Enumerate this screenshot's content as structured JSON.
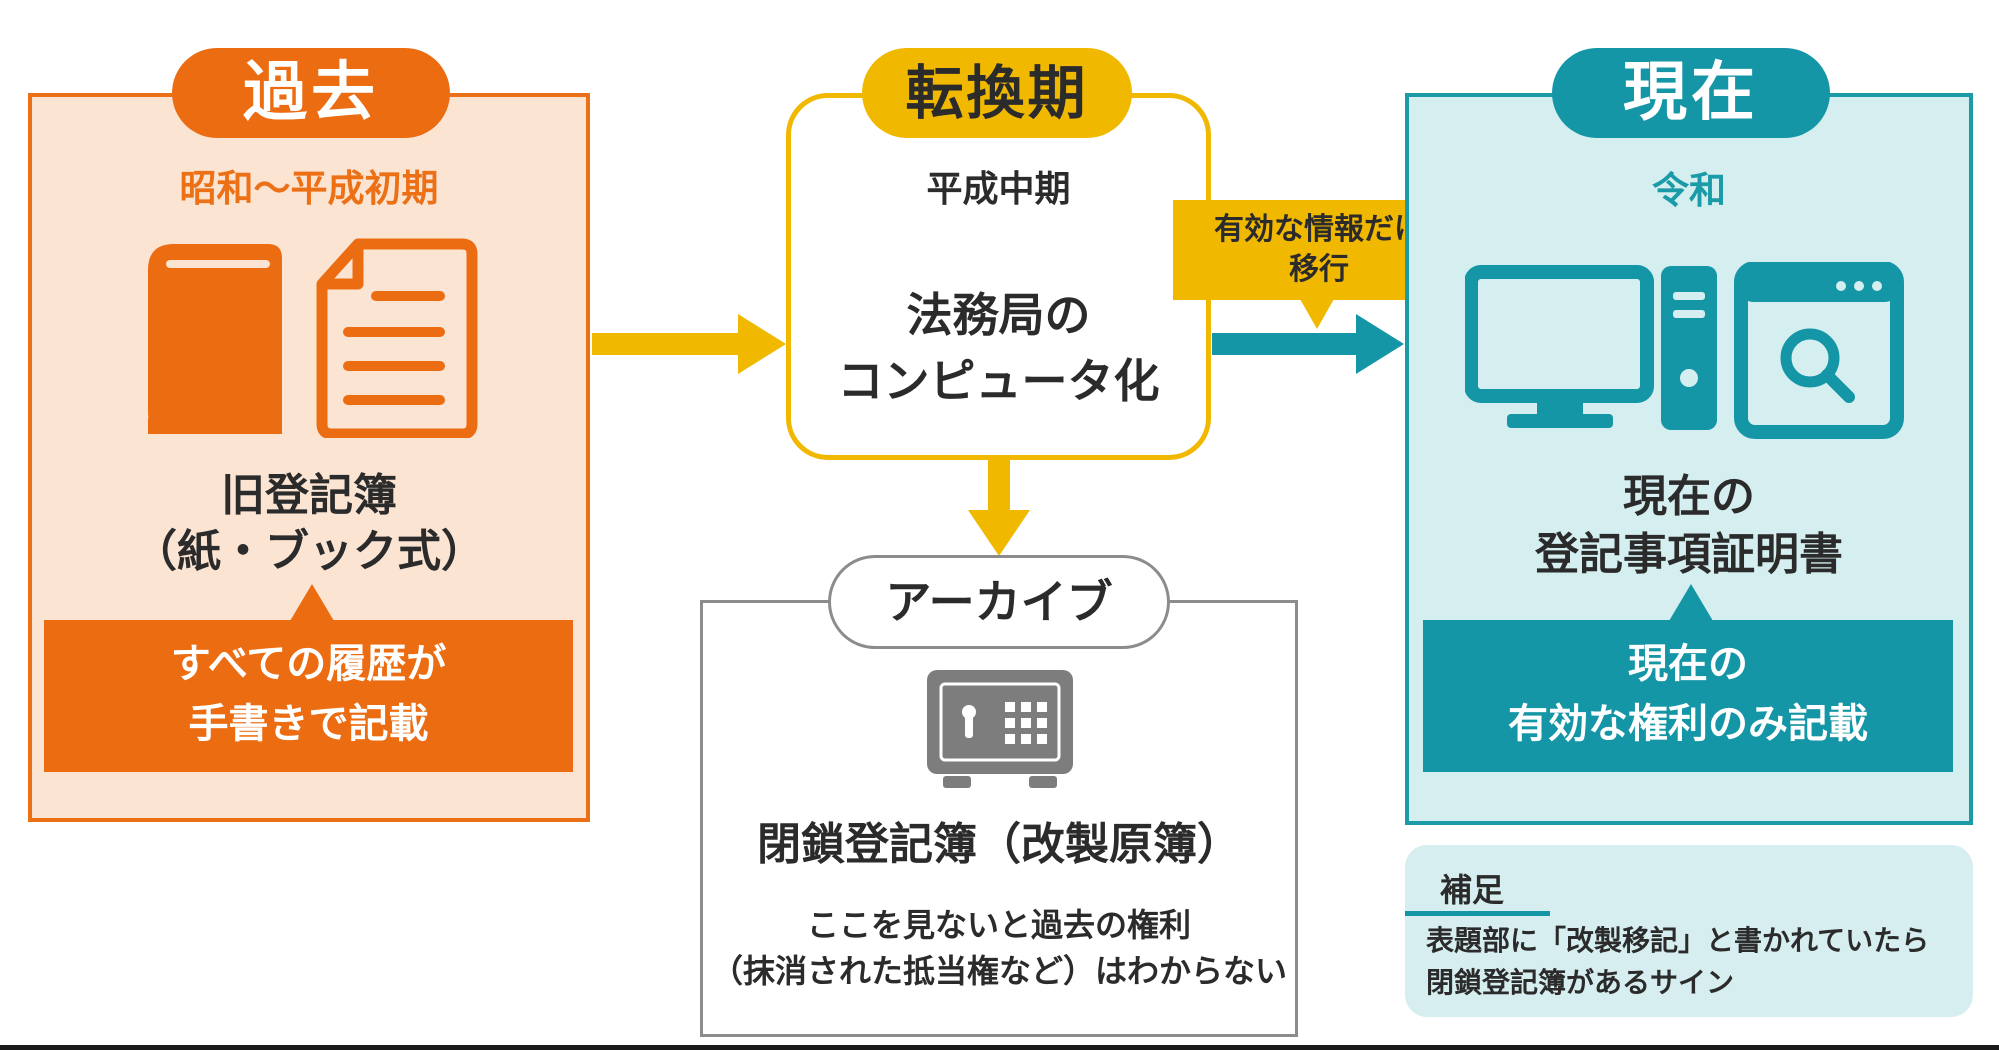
{
  "colors": {
    "past_orange": "#ec6c12",
    "past_bg": "#fce4d3",
    "transition_yellow": "#f1b800",
    "present_teal": "#1596a6",
    "present_bg": "#d5eef0",
    "archive_gray": "#8c8c8c"
  },
  "past": {
    "pill": "過去",
    "era": "昭和〜平成初期",
    "icons": [
      "book-icon",
      "document-icon"
    ],
    "label_line1": "旧登記簿",
    "label_line2": "（紙・ブック式）",
    "note_line1": "すべての履歴が",
    "note_line2": "手書きで記載"
  },
  "transition": {
    "pill": "転換期",
    "era": "平成中期",
    "main_line1": "法務局の",
    "main_line2": "コンピュータ化"
  },
  "migration": {
    "line1": "有効な情報だけ",
    "line2": "移行"
  },
  "archive": {
    "pill": "アーカイブ",
    "icon": "safe-icon",
    "title": "閉鎖登記簿（改製原簿）",
    "note_line1": "ここを見ないと過去の権利",
    "note_line2": "（抹消された抵当権など）はわからない"
  },
  "present": {
    "pill": "現在",
    "era": "令和",
    "icons": [
      "desktop-computer-icon",
      "browser-search-icon"
    ],
    "label_line1": "現在の",
    "label_line2": "登記事項証明書",
    "note_line1": "現在の",
    "note_line2": "有効な権利のみ記載"
  },
  "supplement": {
    "title": "補足",
    "line1": "表題部に「改製移記」と書かれていたら",
    "line2": "閉鎖登記簿があるサイン"
  }
}
